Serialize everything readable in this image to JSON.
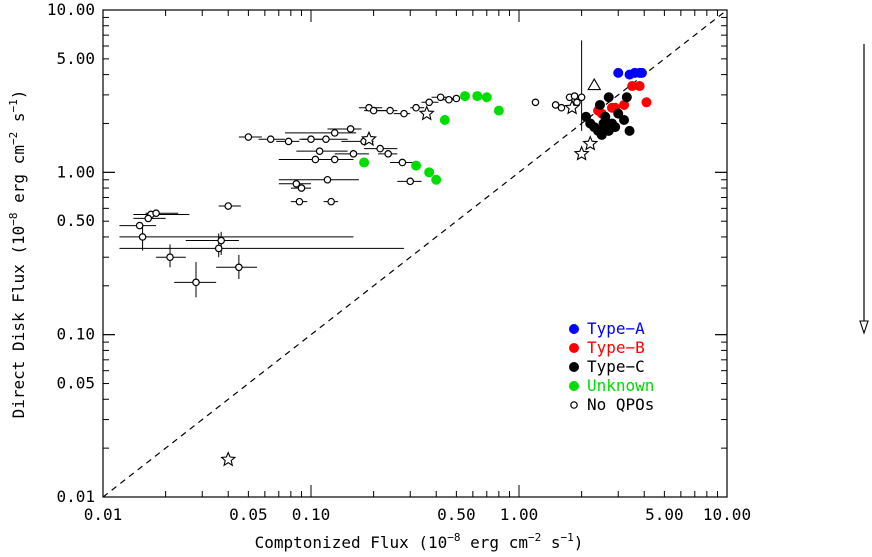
{
  "chart_data": {
    "type": "scatter",
    "xscale": "log",
    "yscale": "log",
    "xlim": [
      0.01,
      10.0
    ],
    "ylim": [
      0.01,
      10.0
    ],
    "xlabel": {
      "pre": "Comptonized Flux (10",
      "exp1": "−8",
      "mid": " erg cm",
      "exp2": "−2",
      "mid2": " s",
      "exp3": "−1",
      "post": ")"
    },
    "ylabel": {
      "pre": "Direct Disk Flux (10",
      "exp1": "−8",
      "mid": " erg cm",
      "exp2": "−2",
      "mid2": " s",
      "exp3": "−1",
      "post": ")"
    },
    "xticks": [
      {
        "value": 0.01,
        "label": "0.01"
      },
      {
        "value": 0.05,
        "label": "0.05"
      },
      {
        "value": 0.1,
        "label": "0.10"
      },
      {
        "value": 0.5,
        "label": "0.50"
      },
      {
        "value": 1.0,
        "label": "1.00"
      },
      {
        "value": 5.0,
        "label": "5.00"
      },
      {
        "value": 10.0,
        "label": "10.00"
      }
    ],
    "yticks": [
      {
        "value": 0.01,
        "label": "0.01"
      },
      {
        "value": 0.05,
        "label": "0.05"
      },
      {
        "value": 0.1,
        "label": "0.10"
      },
      {
        "value": 0.5,
        "label": "0.50"
      },
      {
        "value": 1.0,
        "label": "1.00"
      },
      {
        "value": 5.0,
        "label": "5.00"
      },
      {
        "value": 10.0,
        "label": "10.00"
      }
    ],
    "reference_line": {
      "style": "dashed",
      "relation": "y = x"
    },
    "legend": {
      "position": "bottom-right",
      "entries": [
        {
          "label": "Type−A",
          "marker": "filled-circle",
          "color": "#0000ff",
          "text_color": "#0000ff"
        },
        {
          "label": "Type−B",
          "marker": "filled-circle",
          "color": "#ff0000",
          "text_color": "#ff0000"
        },
        {
          "label": "Type−C",
          "marker": "filled-circle",
          "color": "#000000",
          "text_color": "#000000"
        },
        {
          "label": "Unknown",
          "marker": "filled-circle",
          "color": "#00dd00",
          "text_color": "#00dd00"
        },
        {
          "label": "No QPOs",
          "marker": "open-circle",
          "color": "#000000",
          "text_color": "#000000"
        }
      ]
    },
    "series": [
      {
        "name": "Type−A",
        "marker": "filled-circle",
        "color": "#0000ff",
        "points": [
          [
            3.0,
            4.1
          ],
          [
            3.4,
            4.0
          ],
          [
            3.6,
            4.1
          ],
          [
            3.8,
            4.1
          ],
          [
            3.9,
            4.1
          ]
        ]
      },
      {
        "name": "Type−B",
        "marker": "filled-circle",
        "color": "#ff0000",
        "points": [
          [
            3.5,
            3.4
          ],
          [
            3.8,
            3.4
          ],
          [
            4.1,
            2.7
          ],
          [
            3.2,
            2.6
          ],
          [
            2.8,
            2.5
          ],
          [
            2.9,
            2.5
          ],
          [
            2.4,
            2.4
          ],
          [
            2.5,
            2.3
          ]
        ]
      },
      {
        "name": "Type−C",
        "marker": "filled-circle",
        "color": "#000000",
        "points": [
          [
            2.1,
            2.2
          ],
          [
            2.2,
            2.0
          ],
          [
            2.3,
            1.9
          ],
          [
            2.4,
            1.8
          ],
          [
            2.5,
            1.7
          ],
          [
            2.6,
            1.9
          ],
          [
            2.7,
            1.8
          ],
          [
            2.8,
            2.0
          ],
          [
            2.6,
            2.2
          ],
          [
            3.0,
            2.3
          ],
          [
            3.3,
            2.9
          ],
          [
            3.2,
            2.1
          ],
          [
            3.4,
            1.8
          ],
          [
            2.9,
            1.9
          ],
          [
            2.45,
            2.6
          ],
          [
            2.7,
            2.9
          ],
          [
            2.55,
            2.0
          ]
        ]
      },
      {
        "name": "Unknown",
        "marker": "filled-circle",
        "color": "#00dd00",
        "points": [
          [
            0.44,
            2.1
          ],
          [
            0.55,
            2.95
          ],
          [
            0.63,
            2.95
          ],
          [
            0.7,
            2.9
          ],
          [
            0.8,
            2.4
          ],
          [
            0.18,
            1.15
          ],
          [
            0.32,
            1.1
          ],
          [
            0.37,
            1.0
          ],
          [
            0.4,
            0.9
          ]
        ]
      },
      {
        "name": "No QPOs",
        "marker": "open-circle",
        "color": "#000000",
        "points": [
          {
            "x": 0.05,
            "y": 1.65,
            "xerr": [
              0.045,
              0.058
            ]
          },
          {
            "x": 0.064,
            "y": 1.6,
            "xerr": [
              0.056,
              0.075
            ]
          },
          {
            "x": 0.078,
            "y": 1.55,
            "xerr": [
              0.068,
              0.088
            ]
          },
          {
            "x": 0.1,
            "y": 1.6,
            "xerr": [
              0.088,
              0.115
            ]
          },
          {
            "x": 0.118,
            "y": 1.6,
            "xerr": [
              0.09,
              0.15
            ]
          },
          {
            "x": 0.13,
            "y": 1.75,
            "xerr": [
              0.075,
              0.165
            ]
          },
          {
            "x": 0.155,
            "y": 1.85,
            "xerr": [
              0.12,
              0.175
            ]
          },
          {
            "x": 0.18,
            "y": 1.55,
            "xerr": [
              0.14,
              0.2
            ]
          },
          {
            "x": 0.11,
            "y": 1.35,
            "xerr": [
              0.085,
              0.15
            ]
          },
          {
            "x": 0.13,
            "y": 1.2,
            "xerr": [
              0.09,
              0.16
            ]
          },
          {
            "x": 0.105,
            "y": 1.2,
            "xerr": [
              0.07,
              0.14
            ]
          },
          {
            "x": 0.16,
            "y": 1.3,
            "xerr": [
              0.13,
              0.19
            ]
          },
          {
            "x": 0.215,
            "y": 1.4,
            "xerr": [
              0.18,
              0.26
            ]
          },
          {
            "x": 0.235,
            "y": 1.3,
            "xerr": [
              0.21,
              0.26
            ]
          },
          {
            "x": 0.275,
            "y": 1.15,
            "xerr": [
              0.24,
              0.31
            ]
          },
          {
            "x": 0.12,
            "y": 0.9,
            "xerr": [
              0.07,
              0.17
            ]
          },
          {
            "x": 0.085,
            "y": 0.85,
            "xerr": [
              0.07,
              0.1
            ]
          },
          {
            "x": 0.09,
            "y": 0.8,
            "xerr": [
              0.08,
              0.1
            ]
          },
          {
            "x": 0.3,
            "y": 0.88,
            "xerr": [
              0.26,
              0.34
            ]
          },
          {
            "x": 0.088,
            "y": 0.66,
            "xerr": [
              0.08,
              0.096
            ]
          },
          {
            "x": 0.125,
            "y": 0.66,
            "xerr": [
              0.115,
              0.135
            ]
          },
          {
            "x": 0.04,
            "y": 0.62,
            "xerr": [
              0.036,
              0.046
            ]
          },
          {
            "x": 0.19,
            "y": 2.5,
            "xerr": [
              0.17,
              0.22
            ]
          },
          {
            "x": 0.2,
            "y": 2.4,
            "xerr": [
              0.18,
              0.23
            ]
          },
          {
            "x": 0.24,
            "y": 2.4,
            "xerr": [
              0.2,
              0.26
            ]
          },
          {
            "x": 0.28,
            "y": 2.3,
            "xerr": [
              0.25,
              0.3
            ]
          },
          {
            "x": 0.32,
            "y": 2.5,
            "xerr": [
              0.3,
              0.35
            ]
          },
          {
            "x": 0.37,
            "y": 2.7,
            "xerr": [
              0.34,
              0.41
            ]
          },
          {
            "x": 0.42,
            "y": 2.9,
            "xerr": [
              0.38,
              0.46
            ]
          },
          {
            "x": 0.46,
            "y": 2.8,
            "xerr": [
              0.43,
              0.49
            ]
          },
          {
            "x": 0.5,
            "y": 2.85,
            "xerr": [
              0.47,
              0.52
            ]
          },
          {
            "x": 1.2,
            "y": 2.7
          },
          {
            "x": 1.5,
            "y": 2.6
          },
          {
            "x": 1.6,
            "y": 2.5
          },
          {
            "x": 1.75,
            "y": 2.9
          },
          {
            "x": 1.85,
            "y": 2.95
          },
          {
            "x": 1.9,
            "y": 2.7
          },
          {
            "x": 2.0,
            "y": 2.9,
            "yerr": [
              1.8,
              6.5
            ]
          },
          {
            "x": 0.017,
            "y": 0.55,
            "xerr": [
              0.014,
              0.026
            ]
          },
          {
            "x": 0.018,
            "y": 0.56,
            "xerr": [
              0.016,
              0.023
            ]
          },
          {
            "x": 0.0165,
            "y": 0.52,
            "xerr": [
              0.014,
              0.02
            ]
          },
          {
            "x": 0.015,
            "y": 0.47,
            "xerr": [
              0.012,
              0.018
            ]
          },
          {
            "x": 0.0155,
            "y": 0.4,
            "xerr": [
              0.012,
              0.16
            ],
            "yerr": [
              0.33,
              0.48
            ]
          },
          {
            "x": 0.037,
            "y": 0.38,
            "xerr": [
              0.025,
              0.045
            ],
            "yerr": [
              0.31,
              0.43
            ]
          },
          {
            "x": 0.036,
            "y": 0.34,
            "xerr": [
              0.012,
              0.28
            ],
            "yerr": [
              0.3,
              0.42
            ]
          },
          {
            "x": 0.021,
            "y": 0.3,
            "xerr": [
              0.018,
              0.025
            ],
            "yerr": [
              0.26,
              0.36
            ]
          },
          {
            "x": 0.045,
            "y": 0.26,
            "xerr": [
              0.035,
              0.055
            ],
            "yerr": [
              0.22,
              0.31
            ]
          },
          {
            "x": 0.028,
            "y": 0.21,
            "xerr": [
              0.022,
              0.035
            ],
            "yerr": [
              0.17,
              0.28
            ]
          }
        ]
      },
      {
        "name": "star-markers",
        "marker": "open-star",
        "color": "#000000",
        "points": [
          [
            0.04,
            0.017
          ],
          [
            0.36,
            2.3
          ],
          [
            0.19,
            1.6
          ],
          [
            1.8,
            2.5
          ],
          [
            2.0,
            1.3
          ],
          [
            2.2,
            1.5
          ]
        ]
      },
      {
        "name": "triangle-markers",
        "marker": "open-triangle",
        "color": "#000000",
        "points": [
          [
            2.3,
            3.4
          ]
        ]
      }
    ],
    "side_arrow": {
      "direction": "down",
      "style": "open-head"
    }
  }
}
